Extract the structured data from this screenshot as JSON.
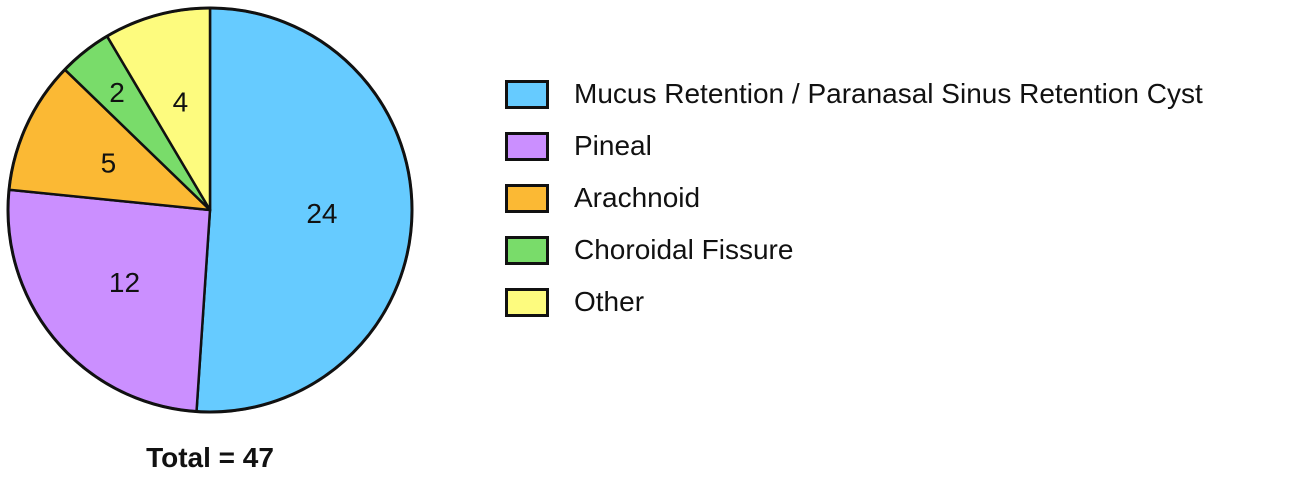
{
  "chart_data": {
    "type": "pie",
    "title": "",
    "categories": [
      "Mucus Retention / Paranasal Sinus Retention Cyst",
      "Pineal",
      "Arachnoid",
      "Choroidal Fissure",
      "Other"
    ],
    "values": [
      24,
      12,
      5,
      2,
      4
    ],
    "colors": [
      "#66cbff",
      "#cb8fff",
      "#fbb934",
      "#79dc6a",
      "#fdfb7e"
    ],
    "slice_labels": [
      "24",
      "12",
      "5",
      "2",
      "4"
    ],
    "legend_position": "right",
    "total_label": "Total = 47"
  }
}
